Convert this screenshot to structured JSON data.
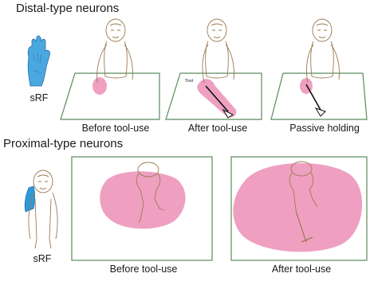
{
  "distal": {
    "title": "Distal-type neurons",
    "srf_label": "sRF",
    "panels": [
      "Before tool-use",
      "After tool-use",
      "Passive holding"
    ],
    "tool_tag": "Tool"
  },
  "proximal": {
    "title": "Proximal-type neurons",
    "srf_label": "sRF",
    "panels": [
      "Before tool-use",
      "After tool-use"
    ]
  },
  "colors": {
    "receptive_field": "#ec8fb6",
    "hand_rf": "#4aa8e0",
    "shoulder_rf": "#2e9ad9",
    "table_outline": "#5a8a5a",
    "monkey_line": "#9a7a50"
  }
}
